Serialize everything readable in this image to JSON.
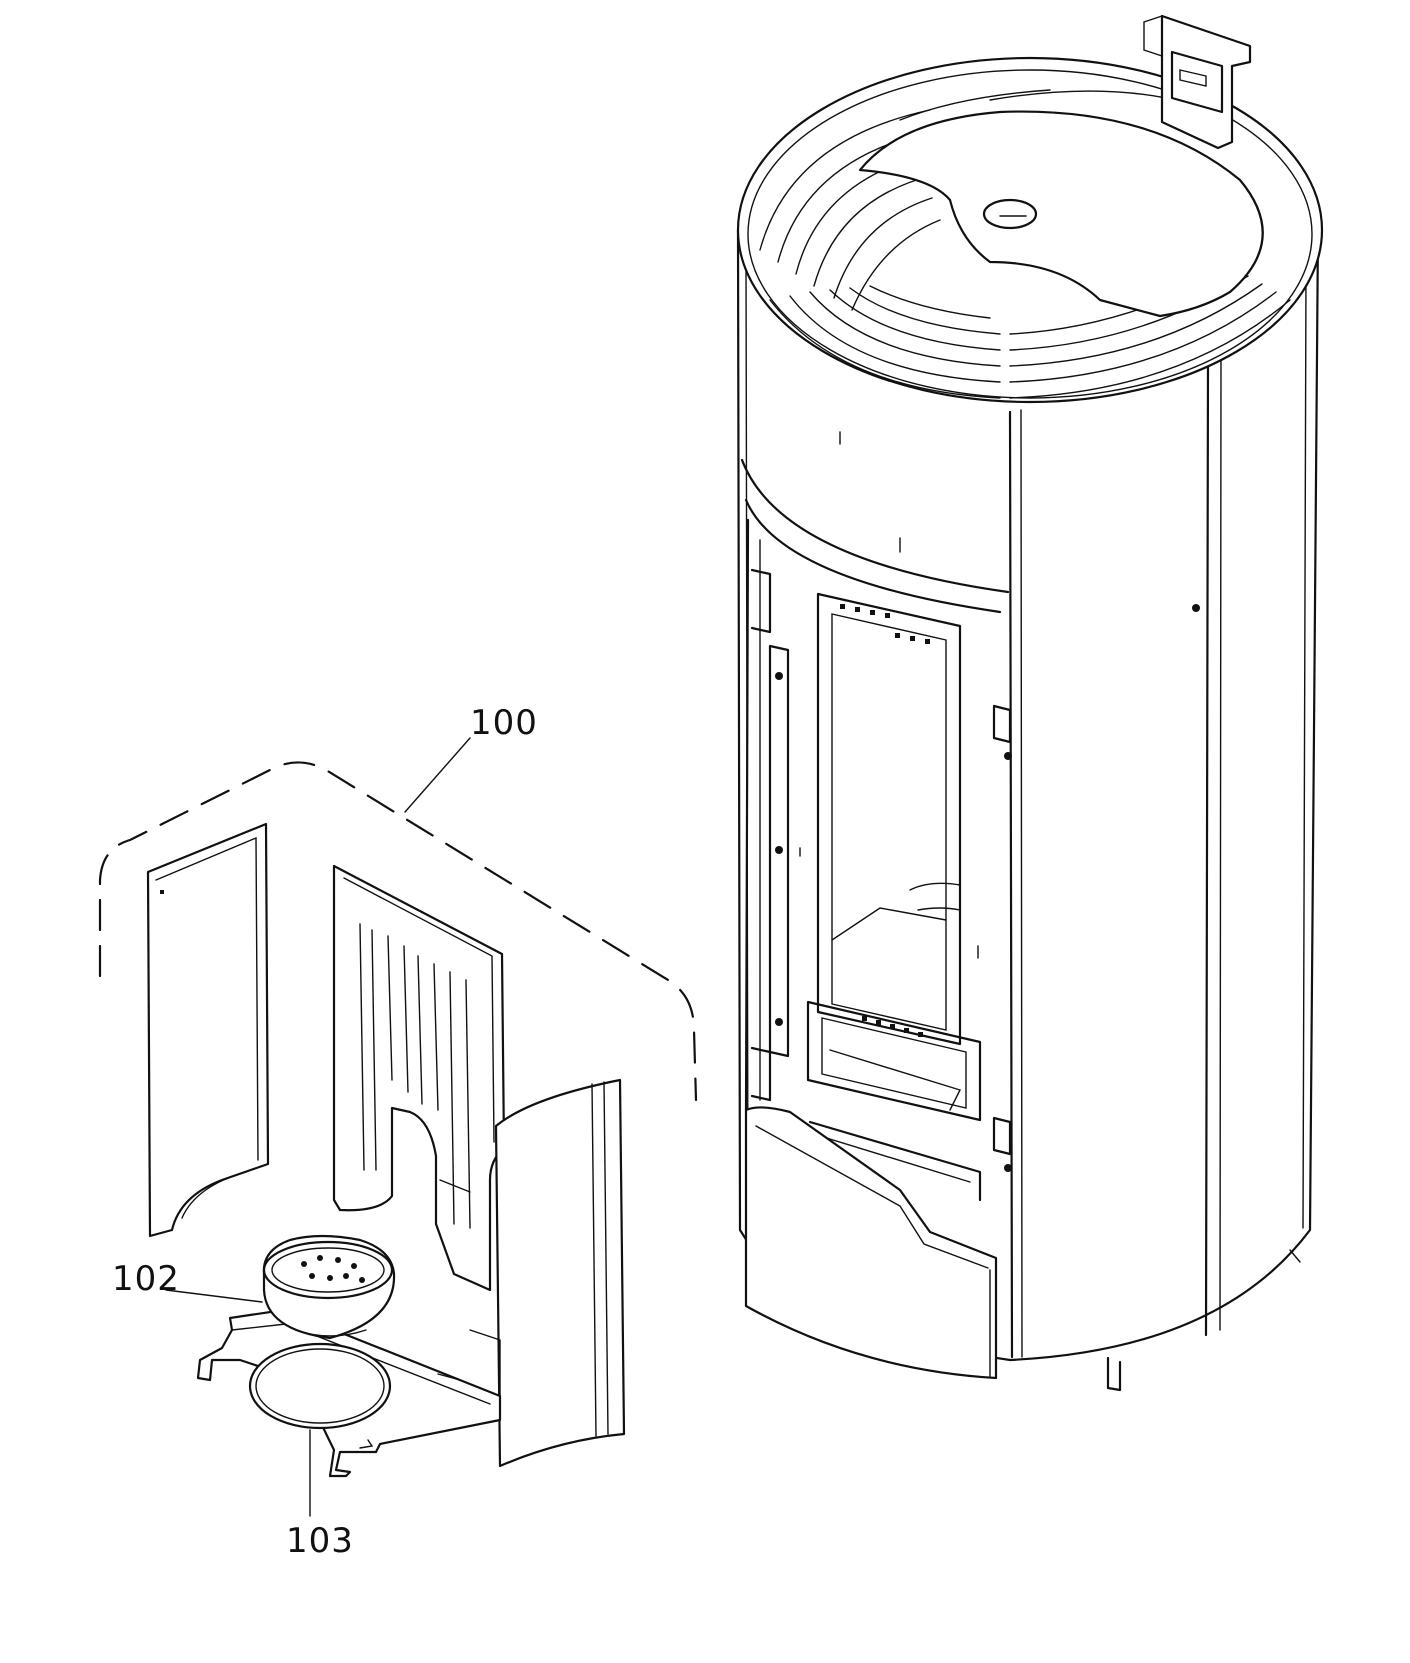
{
  "callouts": {
    "liner_set": "100",
    "burner_pot": "102",
    "gasket": "103"
  },
  "colors": {
    "line": "#111111",
    "background": "#ffffff"
  }
}
